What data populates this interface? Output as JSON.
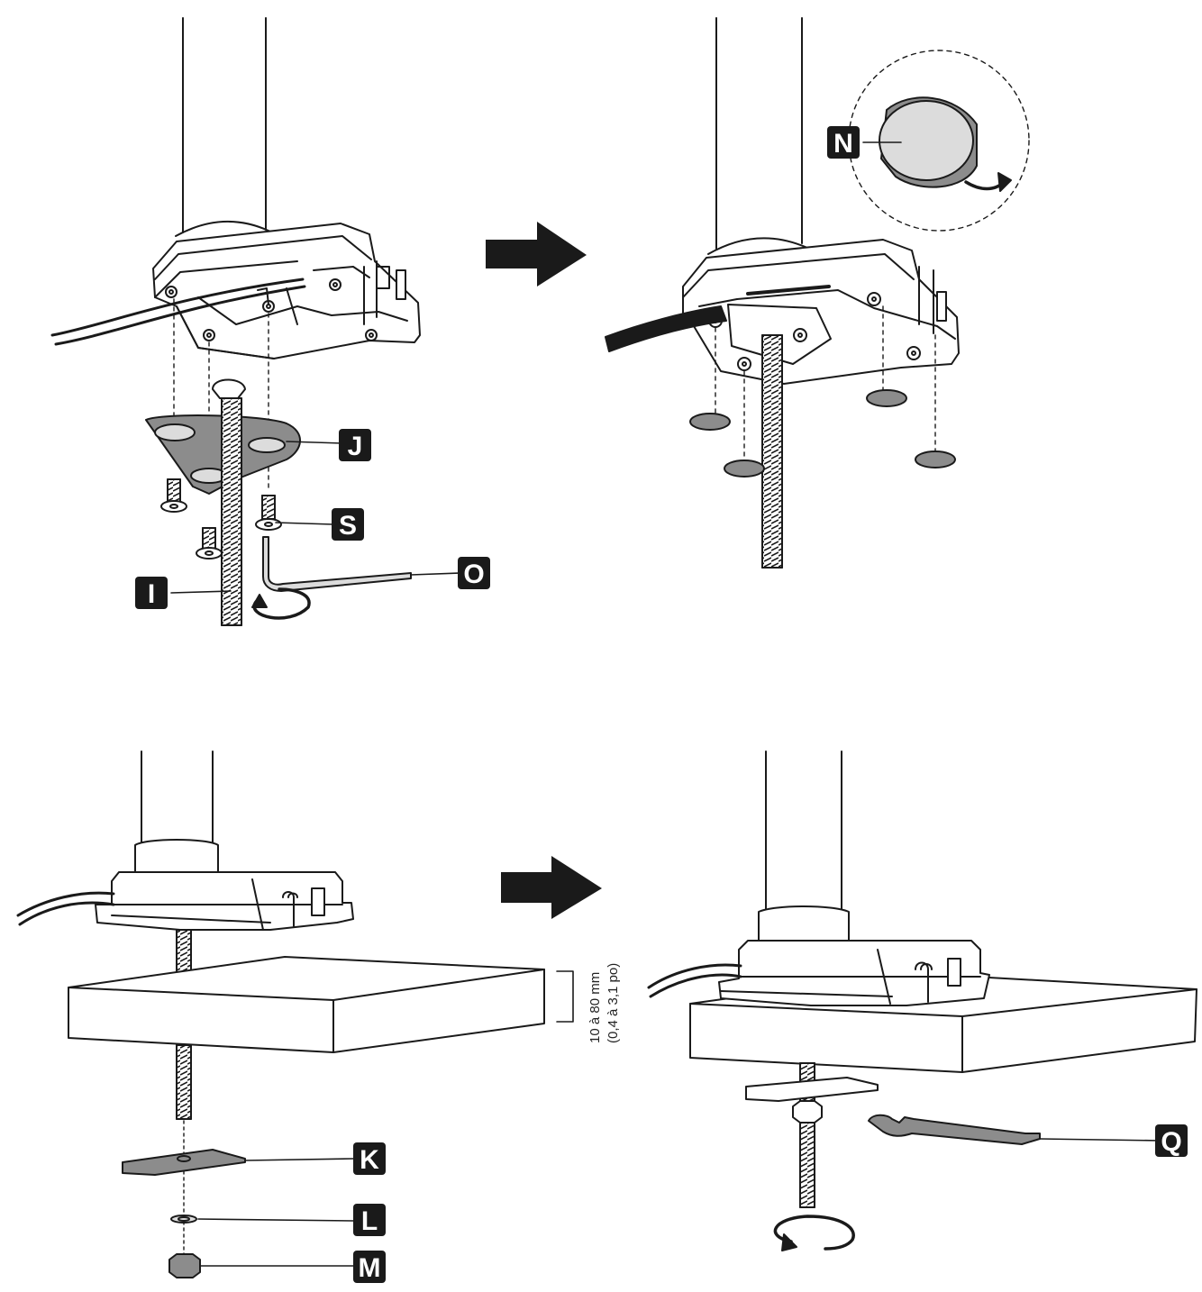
{
  "labels": {
    "I": "I",
    "J": "J",
    "S": "S",
    "O": "O",
    "N": "N",
    "K": "K",
    "L": "L",
    "M": "M",
    "Q": "Q"
  },
  "dimension": {
    "line1": "10 à 80 mm",
    "line2": "(0,4 à 3,1 po)"
  },
  "colors": {
    "ink": "#1a1a1a",
    "part_gray": "#8c8c8c",
    "light_gray": "#dcdcdc",
    "label_bg": "#1a1a1a"
  }
}
